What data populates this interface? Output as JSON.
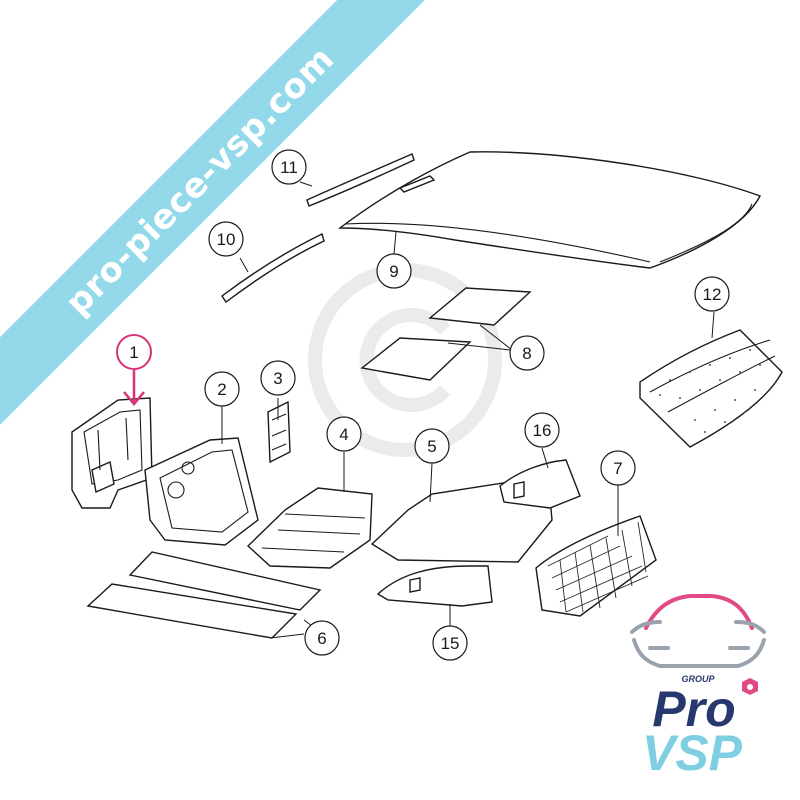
{
  "watermark_banner": "pro-piece-vsp.com",
  "callouts": [
    {
      "label": "1",
      "highlight": true
    },
    {
      "label": "2"
    },
    {
      "label": "3"
    },
    {
      "label": "4"
    },
    {
      "label": "5"
    },
    {
      "label": "6"
    },
    {
      "label": "7"
    },
    {
      "label": "8"
    },
    {
      "label": "9"
    },
    {
      "label": "10"
    },
    {
      "label": "11"
    },
    {
      "label": "12"
    },
    {
      "label": "15"
    },
    {
      "label": "16"
    }
  ],
  "logo": {
    "group_text": "GROUP",
    "line1": "Pro",
    "line2": "VSP"
  },
  "colors": {
    "highlight": "#d6337a",
    "banner": "#93d9e9",
    "logo_blue": "#27386e",
    "logo_cyan": "#7fcfe3",
    "logo_pink": "#e04b86"
  }
}
